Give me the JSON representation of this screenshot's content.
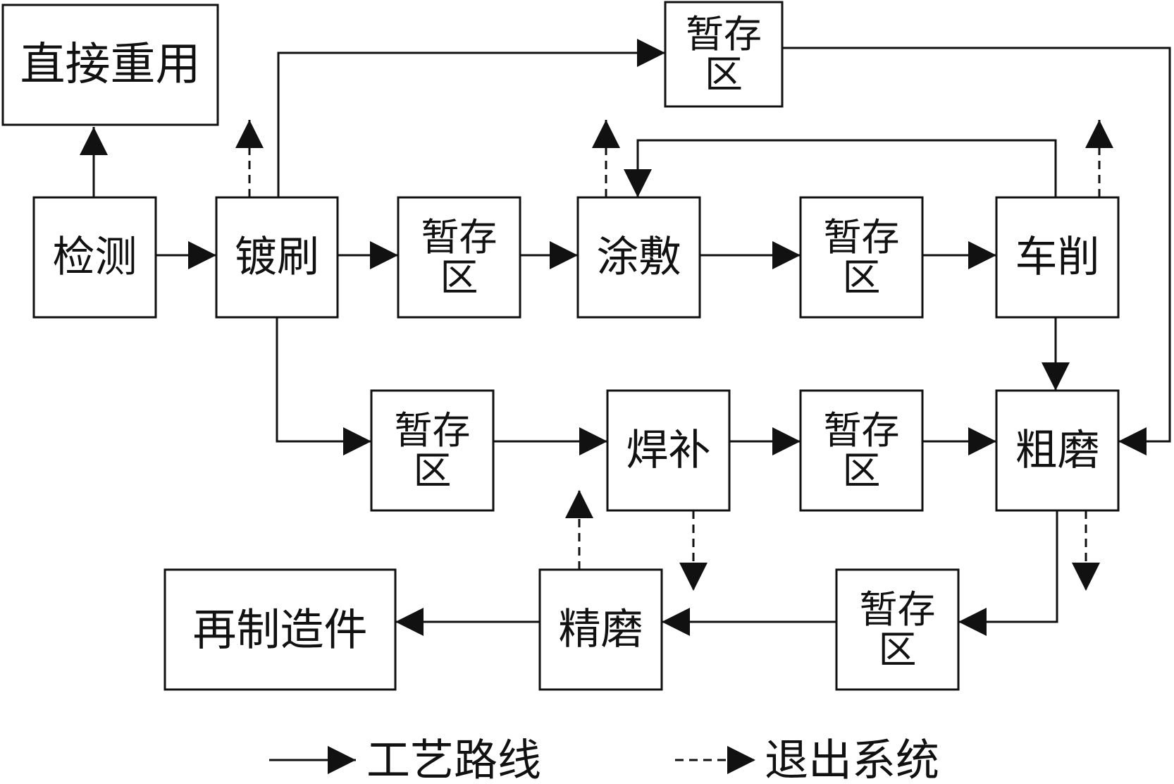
{
  "nodes": {
    "direct_reuse": [
      "直接重用"
    ],
    "inspect": [
      "检测"
    ],
    "plating": [
      "镀刷"
    ],
    "buffer_top": [
      "暂存",
      "区"
    ],
    "buffer_1": [
      "暂存",
      "区"
    ],
    "coating": [
      "涂敷"
    ],
    "buffer_2": [
      "暂存",
      "区"
    ],
    "turning": [
      "车削"
    ],
    "buffer_3": [
      "暂存",
      "区"
    ],
    "welding": [
      "焊补"
    ],
    "buffer_4": [
      "暂存",
      "区"
    ],
    "rough_grind": [
      "粗磨"
    ],
    "remanufactured": [
      "再制造件"
    ],
    "fine_grind": [
      "精磨"
    ],
    "buffer_5": [
      "暂存",
      "区"
    ]
  },
  "legend": {
    "solid_label": "工艺路线",
    "dashed_label": "退出系统"
  },
  "colors": {
    "stroke": "#111111",
    "background": "#ffffff"
  }
}
